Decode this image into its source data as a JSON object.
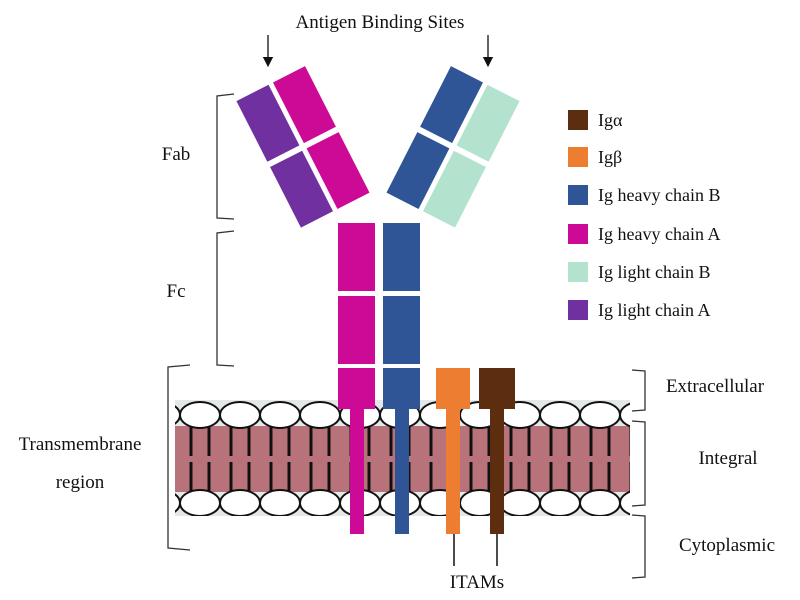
{
  "title": "Antigen Binding Sites",
  "labels": {
    "fab": "Fab",
    "fc": "Fc",
    "transmembrane_line1": "Transmembrane",
    "transmembrane_line2": "region",
    "extracellular": "Extracellular",
    "integral": "Integral",
    "cytoplasmic": "Cytoplasmic",
    "itams": "ITAMs"
  },
  "colors": {
    "ig_alpha": "#5c2d0e",
    "ig_beta": "#ed7d31",
    "heavy_b": "#2f5597",
    "heavy_a": "#cc0a96",
    "light_b": "#b3e3cf",
    "light_a": "#7030a0",
    "membrane": "#b8737a",
    "membrane_edge": "#e4e8e8"
  },
  "legend": [
    {
      "label": "Igα",
      "color_key": "ig_alpha"
    },
    {
      "label": "Igβ",
      "color_key": "ig_beta"
    },
    {
      "label": "Ig heavy chain B",
      "color_key": "heavy_b"
    },
    {
      "label": "Ig heavy chain A",
      "color_key": "heavy_a"
    },
    {
      "label": "Ig light chain B",
      "color_key": "light_b"
    },
    {
      "label": "Ig light chain A",
      "color_key": "light_a"
    }
  ]
}
